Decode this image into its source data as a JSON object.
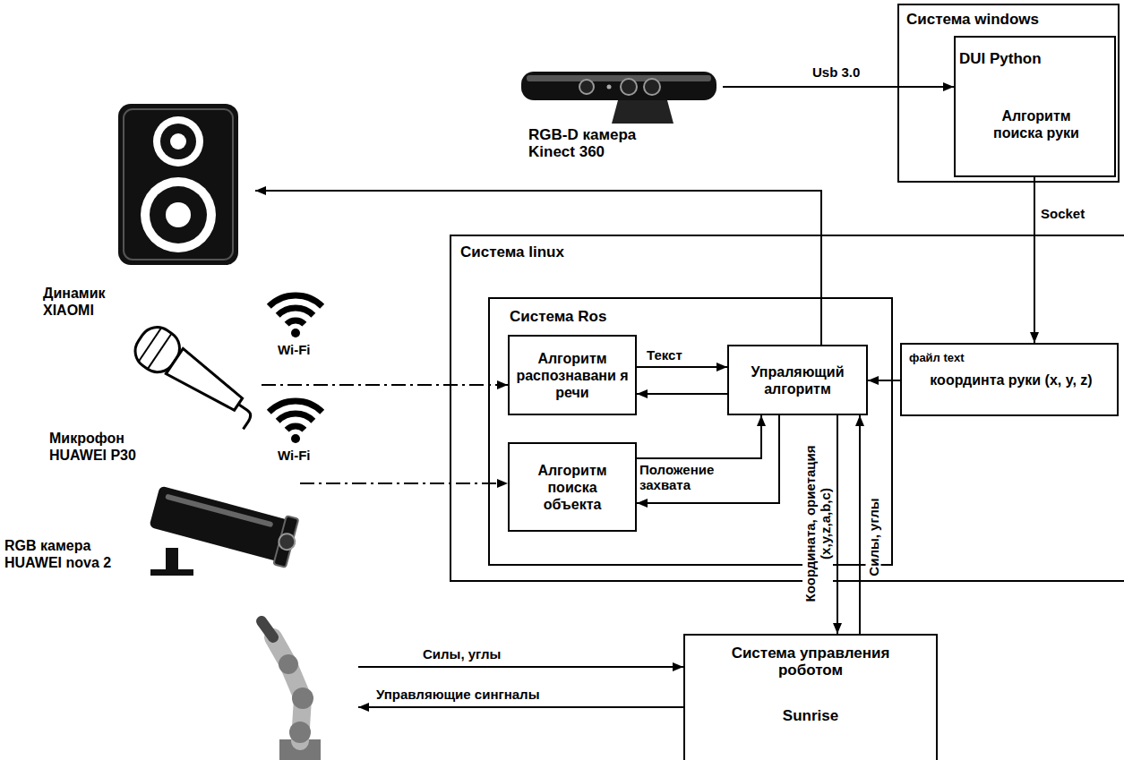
{
  "diagram": {
    "nodes": [
      {
        "text": [
          "RGB-D камера Kinect 360"
        ]
      },
      {
        "text": [
          "Система windows"
        ]
      },
      {
        "text": [
          "DUI Python",
          "Алгоритм поиска руки"
        ],
        "in": 1
      },
      {
        "text": [
          "Динамик XIAOMI"
        ]
      },
      {
        "text": [
          "Система linux"
        ]
      },
      {
        "text": [
          "Система Ros"
        ],
        "in": 4
      },
      {
        "text": [
          "Алгоритм распознавани я речи"
        ],
        "in": 5
      },
      {
        "text": [
          "Упраляющий алгоритм"
        ],
        "in": 5
      },
      {
        "text": [
          "файл text",
          "координта руки (x, y, z)"
        ],
        "in": 4
      },
      {
        "text": [
          "Микрофон HUAWEI P30"
        ]
      },
      {
        "text": [
          "Алгоритм поиска объекта"
        ],
        "in": 5
      },
      {
        "text": [
          "RGB камера HUAWEI nova 2"
        ]
      },
      {
        "text": [
          "Система управления роботом",
          "Sunrise"
        ]
      }
    ],
    "edges": [
      {
        "from": 0,
        "to": 2,
        "arrow": "to",
        "label": "Usb 3.0"
      },
      {
        "from": 2,
        "to": 8,
        "arrow": "to",
        "label": "Socket"
      },
      {
        "from": 8,
        "to": 7,
        "arrow": "to"
      },
      {
        "from": 7,
        "to": 3,
        "arrow": "to"
      },
      {
        "from": 9,
        "to": 6,
        "arrow": "to"
      },
      {
        "from": 6,
        "to": 7,
        "arrow": "to",
        "label": "Текст"
      },
      {
        "from": 7,
        "to": 6,
        "arrow": "to"
      },
      {
        "from": 11,
        "to": 10,
        "arrow": "to"
      },
      {
        "from": 10,
        "to": 7,
        "arrow": "to",
        "label": "Положение захвата"
      },
      {
        "from": 7,
        "to": 10,
        "arrow": "to"
      },
      {
        "from": 7,
        "to": 12,
        "arrow": "to",
        "label": "Координата, ориетация (x,y,z,a,b,c)"
      },
      {
        "from": 12,
        "to": 7,
        "arrow": "to",
        "label": "Силы, углы"
      }
    ],
    "labels": [
      "Wi-Fi",
      "Wi-Fi",
      "Силы, углы",
      "Управляющие сингналы"
    ]
  }
}
